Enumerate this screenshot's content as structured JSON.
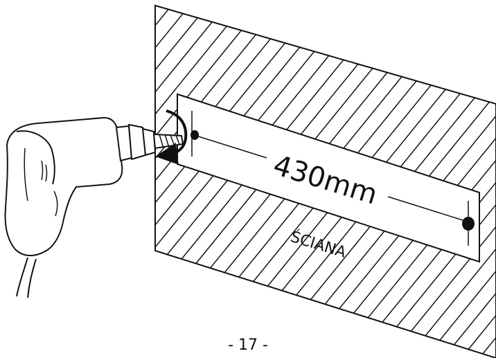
{
  "diagram": {
    "dimension_label": "430mm",
    "wall_label": "ŚCIANA"
  },
  "page": {
    "number": "- 17 -"
  },
  "colors": {
    "ink": "#111111",
    "background": "#ffffff"
  }
}
